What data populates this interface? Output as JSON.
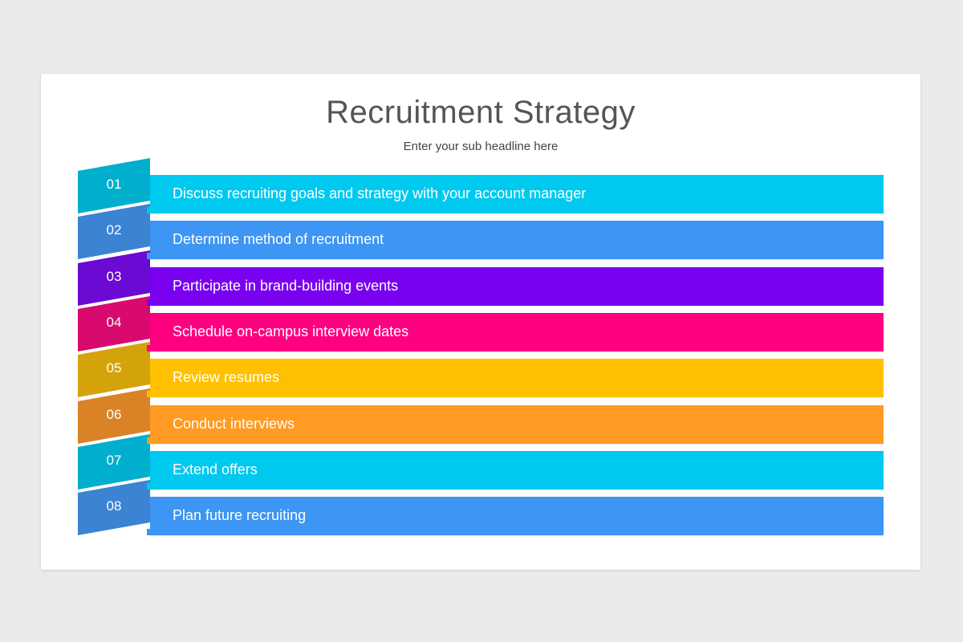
{
  "header": {
    "title": "Recruitment Strategy",
    "subtitle": "Enter your sub headline here"
  },
  "steps": [
    {
      "number": "01",
      "text": "Discuss recruiting goals and strategy with your account manager",
      "bar_color": "#00c9f0",
      "tab_color": "#00aecd",
      "fold_color": "#00c9f0"
    },
    {
      "number": "02",
      "text": "Determine method of recruitment",
      "bar_color": "#3d95f4",
      "tab_color": "#3b83d3",
      "fold_color": "#3d95f4"
    },
    {
      "number": "03",
      "text": "Participate in brand-building events",
      "bar_color": "#7a00f0",
      "tab_color": "#6a0ad2",
      "fold_color": "#7a00f0"
    },
    {
      "number": "04",
      "text": "Schedule on-campus interview dates",
      "bar_color": "#ff0080",
      "tab_color": "#d80a6e",
      "fold_color": "#ff0080"
    },
    {
      "number": "05",
      "text": "Review resumes",
      "bar_color": "#ffc000",
      "tab_color": "#d4a20b",
      "fold_color": "#ffc000"
    },
    {
      "number": "06",
      "text": "Conduct interviews",
      "bar_color": "#ff9a22",
      "tab_color": "#d98226",
      "fold_color": "#ff9a22"
    },
    {
      "number": "07",
      "text": "Extend offers",
      "bar_color": "#00c9f0",
      "tab_color": "#00aecd",
      "fold_color": "#00c9f0"
    },
    {
      "number": "08",
      "text": "Plan future recruiting",
      "bar_color": "#3d95f4",
      "tab_color": "#3b83d3",
      "fold_color": "#3d95f4"
    }
  ]
}
